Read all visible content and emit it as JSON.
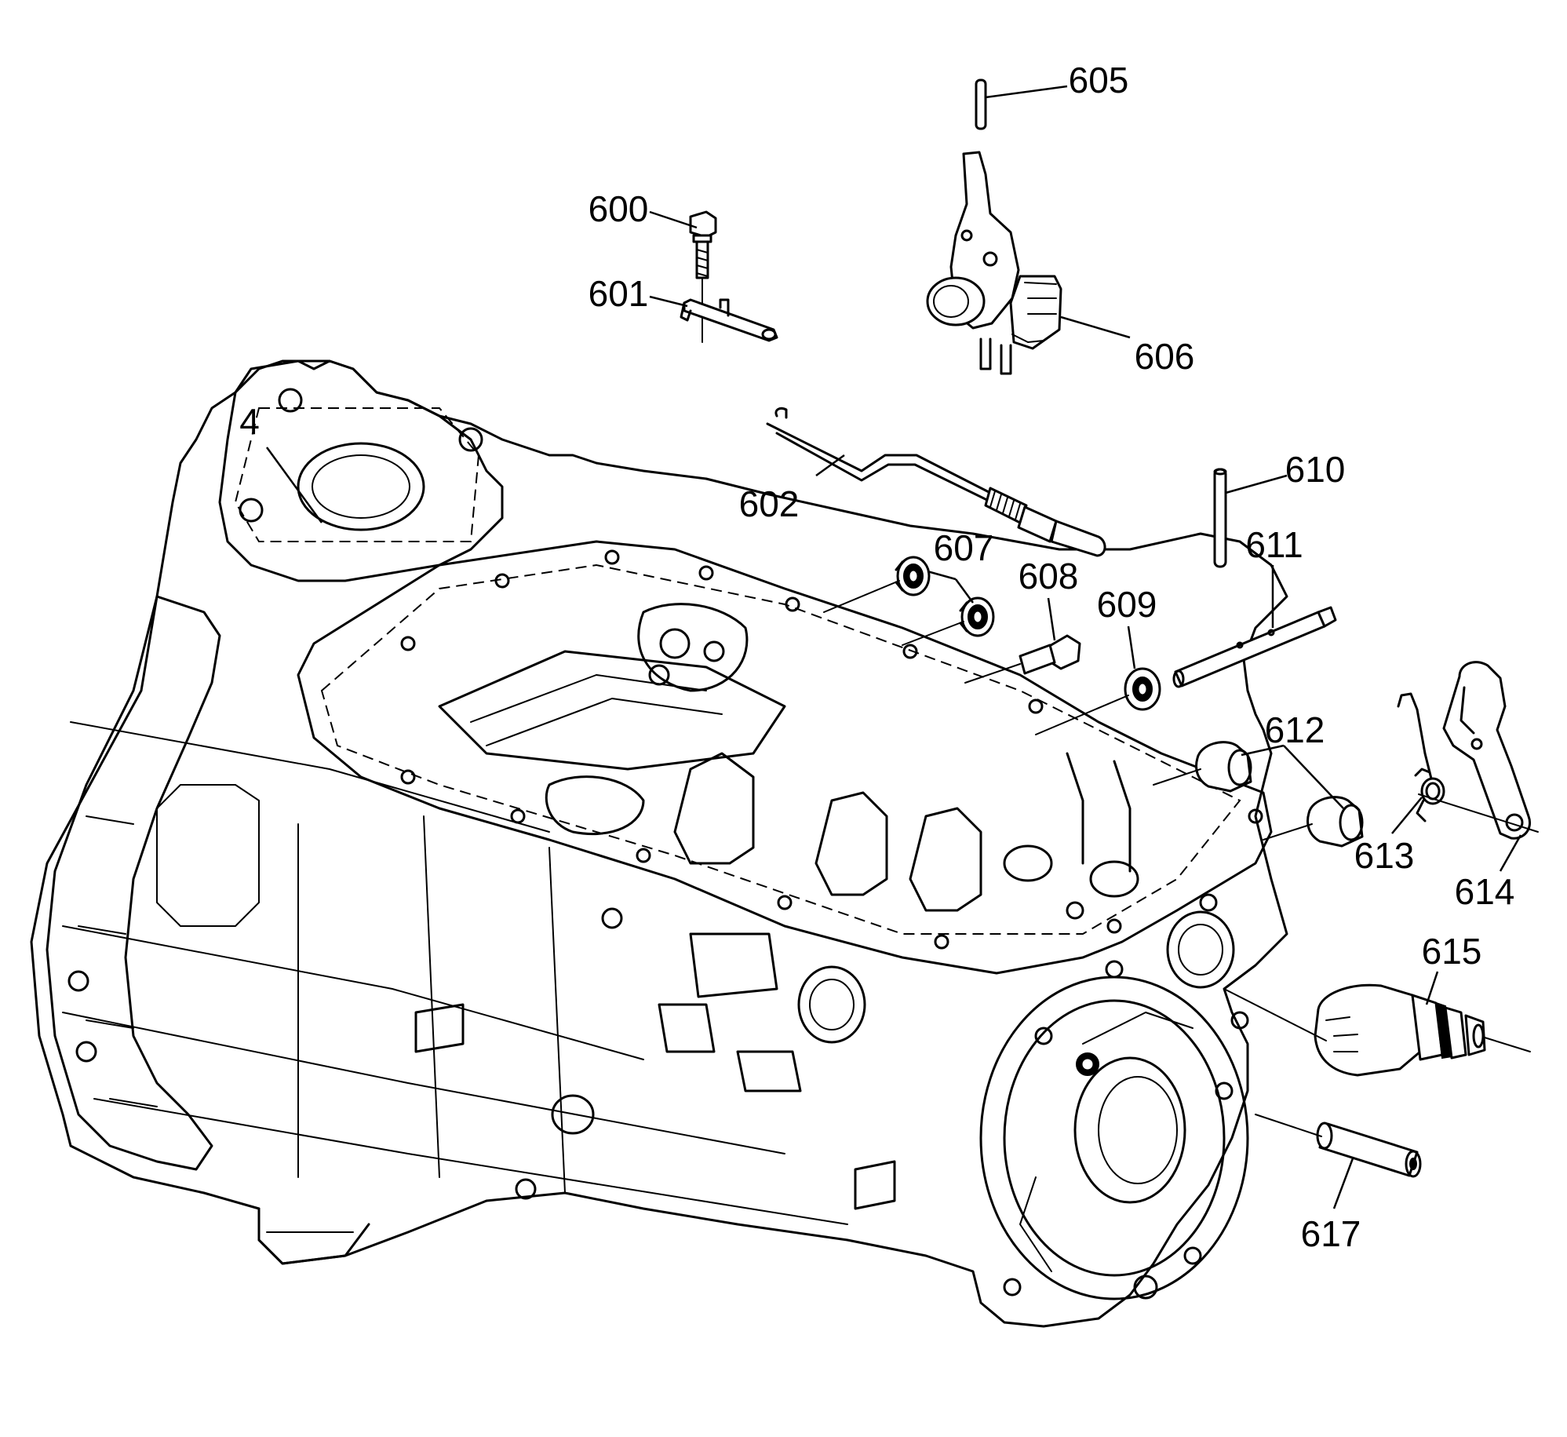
{
  "diagram": {
    "callouts": [
      {
        "id": "c4",
        "label": "4"
      },
      {
        "id": "c600",
        "label": "600"
      },
      {
        "id": "c601",
        "label": "601"
      },
      {
        "id": "c602",
        "label": "602"
      },
      {
        "id": "c605",
        "label": "605"
      },
      {
        "id": "c606",
        "label": "606"
      },
      {
        "id": "c607",
        "label": "607"
      },
      {
        "id": "c608",
        "label": "608"
      },
      {
        "id": "c609",
        "label": "609"
      },
      {
        "id": "c610",
        "label": "610"
      },
      {
        "id": "c611",
        "label": "611"
      },
      {
        "id": "c612",
        "label": "612"
      },
      {
        "id": "c613",
        "label": "613"
      },
      {
        "id": "c614",
        "label": "614"
      },
      {
        "id": "c615",
        "label": "615"
      },
      {
        "id": "c617",
        "label": "617"
      }
    ]
  }
}
